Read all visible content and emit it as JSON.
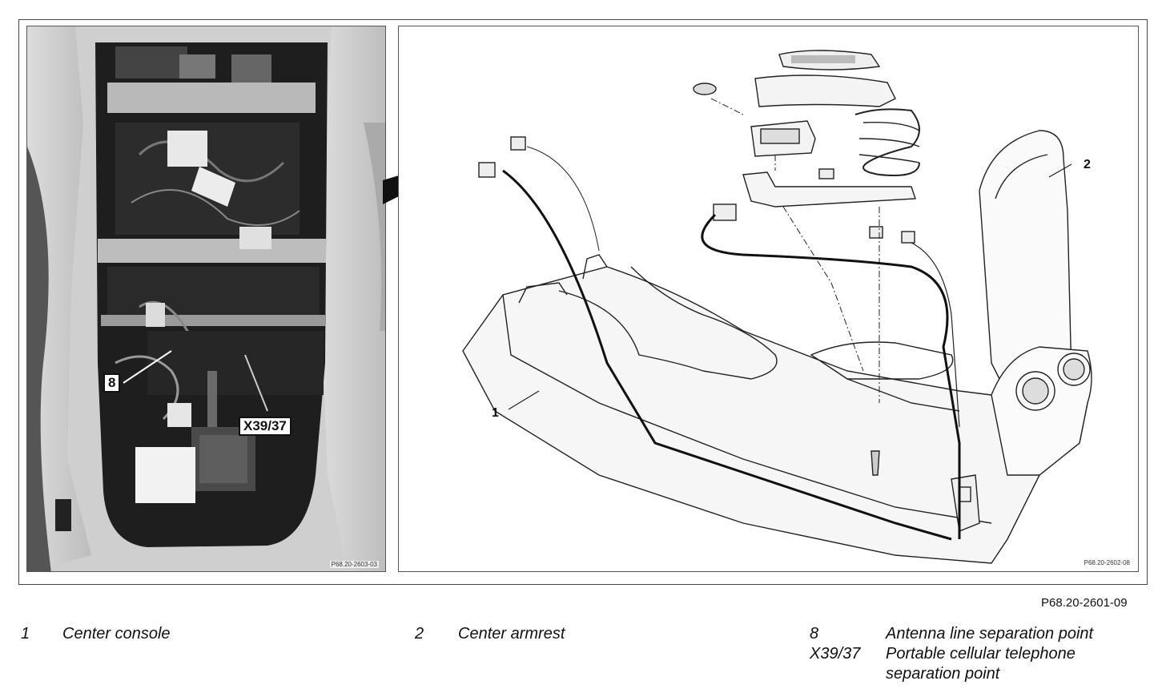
{
  "figure_code": "P68.20-2601-09",
  "photo": {
    "code": "P68.20-2603-03",
    "callouts": {
      "point8": "8",
      "x39": "X39/37"
    }
  },
  "drawing": {
    "code": "P68.20-2602-08",
    "callouts": {
      "c1": "1",
      "c2": "2"
    }
  },
  "legend": [
    {
      "num": "1",
      "text": "Center console"
    },
    {
      "num": "2",
      "text": "Center armrest"
    },
    {
      "num": "8",
      "text": "Antenna line separation point"
    },
    {
      "num": "X39/37",
      "text": "Portable cellular telephone separation point",
      "line1": "Portable cellular telephone",
      "line2": "separation point"
    }
  ]
}
